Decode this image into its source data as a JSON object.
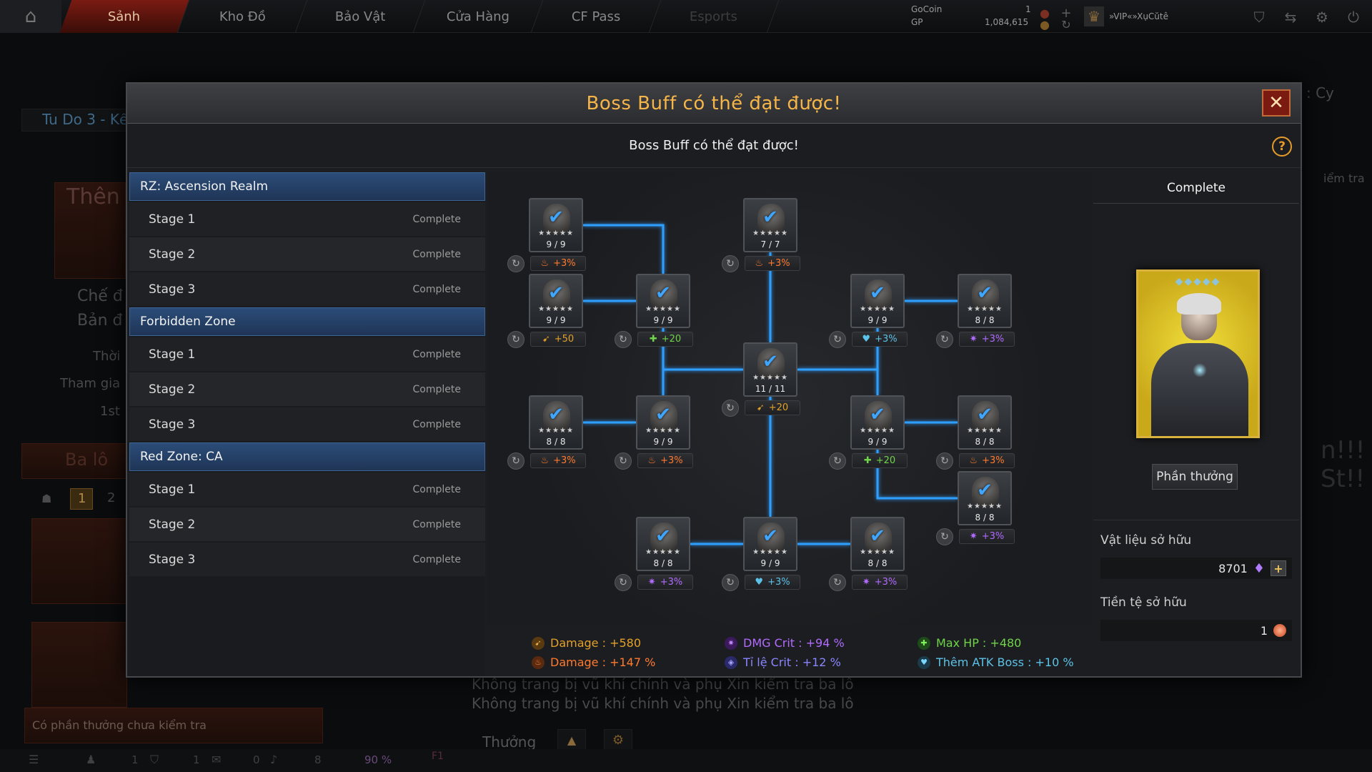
{
  "topbar": {
    "tabs": [
      "Sảnh",
      "Kho Đồ",
      "Bảo Vật",
      "Cửa Hàng",
      "CF Pass",
      "Esports"
    ],
    "gocoin_label": "GoCoin",
    "gocoin_value": "1",
    "gp_label": "GP",
    "gp_value": "1,084,615",
    "player_name": "»VIP«»XụCŭtê"
  },
  "background": {
    "mode_title": "Tu Do 3 - Kế",
    "banner": "Thên",
    "side_text_1": "Chế đ",
    "side_text_2": "Bản đ",
    "side_text_3": "Thời",
    "side_text_4": "Tham gia",
    "side_text_5": "1st",
    "side_text_6": "Ba lô",
    "page_1": "1",
    "page_2": "2",
    "right_text_1": ": Cy",
    "right_text_2": "iểm tra",
    "right_text_3": "n!!!",
    "right_text_4": "St!!",
    "notice": "Có phần thưởng chưa kiểm tra",
    "msg_1": "Không trang bị vũ khí chính và phụ Xin kiểm tra ba lô",
    "msg_2": "Không trang bị vũ khí chính và phụ Xin kiểm tra ba lô",
    "reward_label": "Thưởng",
    "status_1": "1",
    "status_2": "1",
    "status_3": "0",
    "status_4": "8",
    "volume": "90 %",
    "hotkey": "F1"
  },
  "modal": {
    "title": "Boss Buff có thể đạt được!",
    "subtitle": "Boss Buff có thể đạt được!",
    "help_icon": "?"
  },
  "zones": [
    {
      "name": "RZ: Ascension Realm",
      "stages": [
        {
          "label": "Stage 1",
          "status": "Complete"
        },
        {
          "label": "Stage 2",
          "status": "Complete"
        },
        {
          "label": "Stage 3",
          "status": "Complete"
        }
      ]
    },
    {
      "name": "Forbidden Zone",
      "stages": [
        {
          "label": "Stage 1",
          "status": "Complete"
        },
        {
          "label": "Stage 2",
          "status": "Complete"
        },
        {
          "label": "Stage 3",
          "status": "Complete"
        }
      ]
    },
    {
      "name": "Red Zone: CA",
      "stages": [
        {
          "label": "Stage 1",
          "status": "Complete"
        },
        {
          "label": "Stage 2",
          "status": "Complete"
        },
        {
          "label": "Stage 3",
          "status": "Complete"
        }
      ]
    }
  ],
  "nodes": [
    {
      "count": "9 / 9",
      "bonus": "+3%",
      "type": "fire"
    },
    {
      "count": "7 / 7",
      "bonus": "+3%",
      "type": "fire"
    },
    {
      "count": "9 / 9",
      "bonus": "+50",
      "type": "damage"
    },
    {
      "count": "9 / 9",
      "bonus": "+20",
      "type": "hp"
    },
    {
      "count": "9 / 9",
      "bonus": "+3%",
      "type": "boss"
    },
    {
      "count": "8 / 8",
      "bonus": "+3%",
      "type": "crit"
    },
    {
      "count": "11 / 11",
      "bonus": "+20",
      "type": "damage"
    },
    {
      "count": "8 / 8",
      "bonus": "+3%",
      "type": "fire"
    },
    {
      "count": "9 / 9",
      "bonus": "+3%",
      "type": "fire"
    },
    {
      "count": "9 / 9",
      "bonus": "+20",
      "type": "hp"
    },
    {
      "count": "8 / 8",
      "bonus": "+3%",
      "type": "fire"
    },
    {
      "count": "8 / 8",
      "bonus": "+3%",
      "type": "crit"
    },
    {
      "count": "8 / 8",
      "bonus": "+3%",
      "type": "crit"
    },
    {
      "count": "9 / 9",
      "bonus": "+3%",
      "type": "boss"
    },
    {
      "count": "8 / 8",
      "bonus": "+3%",
      "type": "crit"
    }
  ],
  "totals": {
    "damage_flat": "Damage : +580",
    "damage_pct": "Damage : +147 %",
    "dmg_crit": "DMG Crit : +94 %",
    "crit_rate": "Tỉ lệ Crit : +12 %",
    "max_hp": "Max HP : +480",
    "boss_atk": "Thêm ATK Boss : +10 %"
  },
  "reward_panel": {
    "status": "Complete",
    "reward_button": "Phần thưởng",
    "materials_label": "Vật liệu sở hữu",
    "materials_value": "8701",
    "currency_label": "Tiền tệ sở hữu",
    "currency_value": "1",
    "card_gems": "◆◆◆◆◆"
  },
  "colors": {
    "title": "#f5b548",
    "fire": "#ff7a2e",
    "damage": "#e3a12a",
    "hp": "#6fd44a",
    "crit": "#b26bff",
    "crit_rate": "#8a86ff",
    "boss": "#5cc3e8",
    "connector": "#2f9fff"
  }
}
